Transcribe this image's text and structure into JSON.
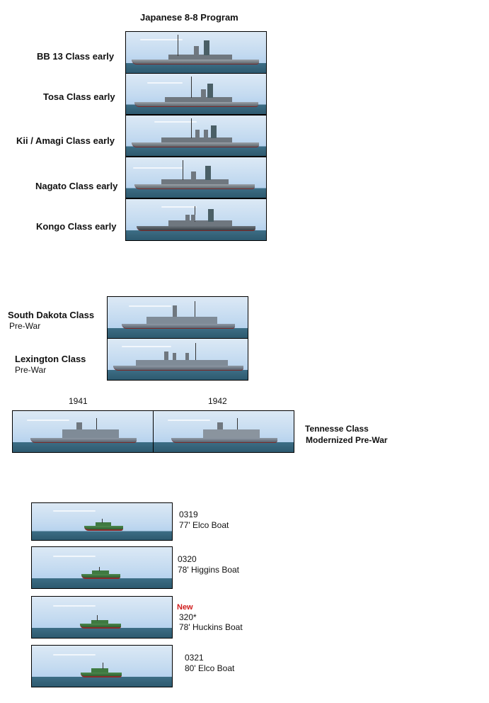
{
  "japanese_section": {
    "title": "Japanese 8-8 Program",
    "ships": [
      {
        "label": "BB 13 Class  early",
        "image": "battleship-image"
      },
      {
        "label": "Tosa  Class  early",
        "image": "battleship-image"
      },
      {
        "label": "Kii / Amagi  Class early",
        "image": "battleship-image"
      },
      {
        "label": "Nagato Class early",
        "image": "battleship-image"
      },
      {
        "label": "Kongo Class early",
        "image": "battleship-image"
      }
    ]
  },
  "us_section": {
    "ships": [
      {
        "label": "South Dakota  Class",
        "sublabel": "Pre-War"
      },
      {
        "label": "Lexington Class",
        "sublabel": "Pre-War"
      }
    ]
  },
  "tennessee_section": {
    "years": [
      "1941",
      "1942"
    ],
    "label": "Tennesse Class",
    "sublabel": "Modernized Pre-War"
  },
  "pt_boats": [
    {
      "badge": "",
      "code": "0319",
      "name": "77' Elco Boat"
    },
    {
      "badge": "",
      "code": "0320",
      "name": "78' Higgins Boat"
    },
    {
      "badge": "New",
      "code": "320*",
      "name": "78'  Huckins  Boat"
    },
    {
      "badge": "",
      "code": "0321",
      "name": "80' Elco Boat"
    }
  ],
  "colors": {
    "sky": "#c3daf0",
    "sea": "#356379",
    "new_badge": "#d01c1c"
  }
}
